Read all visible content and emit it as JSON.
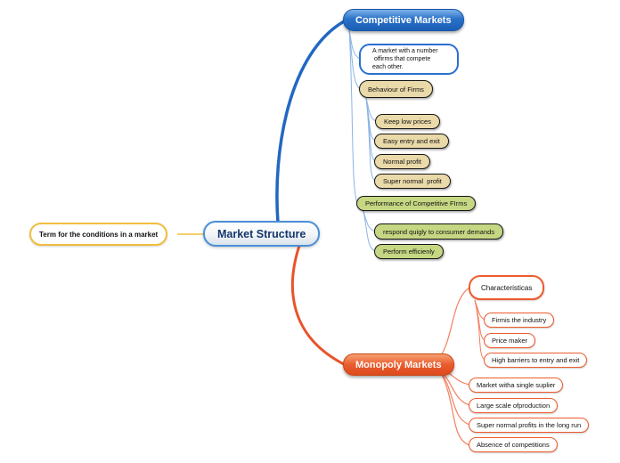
{
  "note": {
    "label": "Term for the conditions in a market"
  },
  "center": {
    "label": "Market Structure"
  },
  "competitive": {
    "label": "Competitive Markets",
    "description_lines": [
      "A market with a number",
      " offirms that compete",
      "each other."
    ],
    "behaviour": {
      "label": "Behaviour of Firms",
      "items": [
        "Keep low prices",
        "Easy entry and exit",
        "Normal profit",
        "Super normal  profit"
      ]
    },
    "performance": {
      "label": "Performance of Competitive FIrms",
      "items": [
        "respond quigly to consumer demands",
        "Perform efficienly"
      ]
    }
  },
  "monopoly": {
    "label": "Monopoly Markets",
    "characteristics": {
      "label": "Characteristicas",
      "items": [
        "Firmis the industry",
        "Price maker",
        "High barriers to entry and exit"
      ]
    },
    "items": [
      "Market witha single suplier",
      "Large scale ofproduction",
      "Super normal profits in the long run",
      "Absence of competitions"
    ]
  },
  "colors": {
    "blue_branch": "#2268c2",
    "blue_link": "#8ab4e4",
    "orange_branch": "#e8542a",
    "orange_link": "#f28060",
    "note_link": "#f2bd3f",
    "tan_fill": "#ead9a9",
    "green_fill": "#c6d783",
    "orange_pill_border": "#ee5b2e",
    "blue_box_border": "#2a6fd2"
  }
}
